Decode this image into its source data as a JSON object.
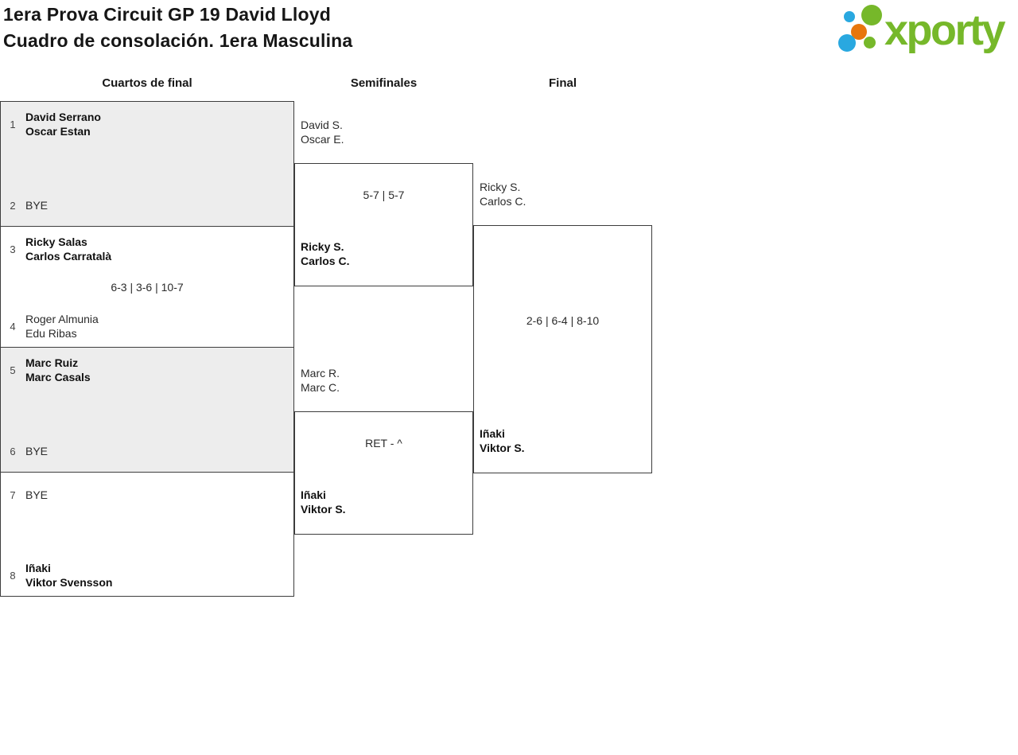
{
  "header": {
    "title_line1": "1era Prova Circuit GP 19 David Lloyd",
    "title_line2": "Cuadro de consolación. 1era Masculina",
    "logo": {
      "text": "xporty",
      "green": "#76b82a",
      "blue": "#29a8e0",
      "orange": "#e8760d"
    }
  },
  "round_headers": [
    {
      "label": "Cuartos de final"
    },
    {
      "label": "Semifinales"
    },
    {
      "label": "Final"
    }
  ],
  "bracket": {
    "quarterfinals": [
      {
        "score": "",
        "top": {
          "seed": "1",
          "line1": "David Serrano",
          "line2": "Oscar Estan",
          "winner": true
        },
        "bottom": {
          "seed": "2",
          "line1": "BYE",
          "line2": "",
          "winner": false
        }
      },
      {
        "score": "6-3 | 3-6 | 10-7",
        "top": {
          "seed": "3",
          "line1": "Ricky Salas",
          "line2": "Carlos Carratalà",
          "winner": true
        },
        "bottom": {
          "seed": "4",
          "line1": "Roger Almunia",
          "line2": "Edu Ribas",
          "winner": false
        }
      },
      {
        "score": "",
        "top": {
          "seed": "5",
          "line1": "Marc Ruiz",
          "line2": "Marc Casals",
          "winner": true
        },
        "bottom": {
          "seed": "6",
          "line1": "BYE",
          "line2": "",
          "winner": false
        }
      },
      {
        "score": "",
        "top": {
          "seed": "7",
          "line1": "BYE",
          "line2": "",
          "winner": false
        },
        "bottom": {
          "seed": "8",
          "line1": "Iñaki",
          "line2": "Viktor Svensson",
          "winner": true
        }
      }
    ],
    "semifinals": [
      {
        "score": "5-7 | 5-7",
        "top": {
          "line1": "David S.",
          "line2": "Oscar E.",
          "winner": false
        },
        "bottom": {
          "line1": "Ricky S.",
          "line2": "Carlos C.",
          "winner": true
        }
      },
      {
        "score": "RET - ^",
        "top": {
          "line1": "Marc R.",
          "line2": "Marc C.",
          "winner": false
        },
        "bottom": {
          "line1": "Iñaki",
          "line2": "Viktor S.",
          "winner": true
        }
      }
    ],
    "final": {
      "score": "2-6 | 6-4 | 8-10",
      "top": {
        "line1": "Ricky S.",
        "line2": "Carlos C.",
        "winner": false
      },
      "bottom": {
        "line1": "Iñaki",
        "line2": "Viktor S.",
        "winner": true
      }
    }
  }
}
